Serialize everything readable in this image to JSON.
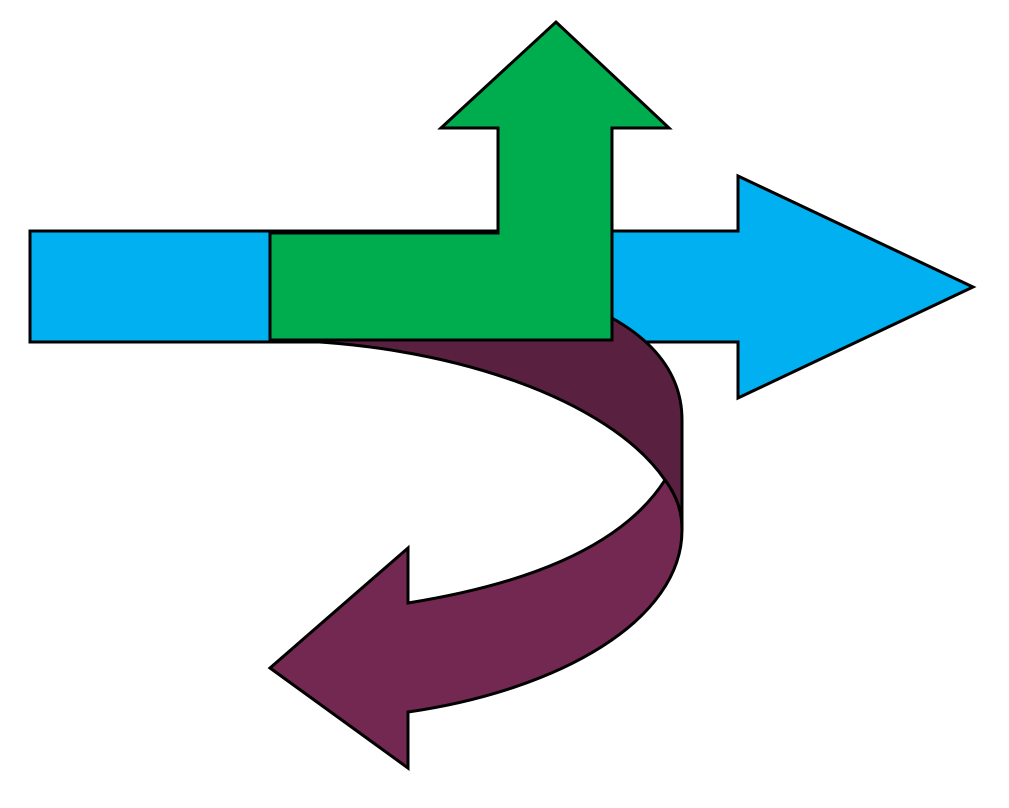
{
  "diagram": {
    "arrows": [
      {
        "id": "straight",
        "direction": "right",
        "color": "#00b0f0"
      },
      {
        "id": "turn",
        "direction": "up",
        "color": "#00ad4e"
      },
      {
        "id": "u-turn",
        "direction": "back-left",
        "color": "#722850",
        "shade_color": "#5a2040"
      }
    ],
    "stroke_color": "#000000"
  }
}
